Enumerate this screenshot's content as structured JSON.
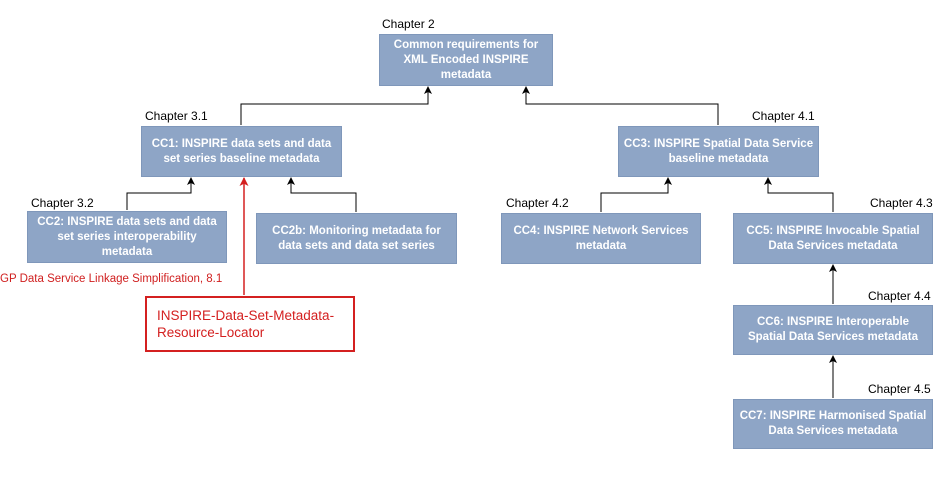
{
  "chapters": {
    "ch2": "Chapter 2",
    "ch31": "Chapter 3.1",
    "ch32": "Chapter 3.2",
    "ch41": "Chapter 4.1",
    "ch42": "Chapter 4.2",
    "ch43": "Chapter 4.3",
    "ch44": "Chapter 4.4",
    "ch45": "Chapter 4.5"
  },
  "boxes": {
    "common": "Common requirements for XML Encoded INSPIRE metadata",
    "cc1": "CC1: INSPIRE data sets and data set series baseline metadata",
    "cc2": "CC2: INSPIRE data sets and data set series interoperability metadata",
    "cc2b": "CC2b: Monitoring metadata for data sets and data set series",
    "cc3": "CC3: INSPIRE Spatial Data Service baseline metadata",
    "cc4": "CC4: INSPIRE Network Services metadata",
    "cc5": "CC5: INSPIRE Invocable Spatial Data Services metadata",
    "cc6": "CC6: INSPIRE Interoperable Spatial Data Services metadata",
    "cc7": "CC7: INSPIRE Harmonised Spatial Data Services metadata"
  },
  "annotation": {
    "label": "GP Data Service Linkage Simplification, 8.1",
    "box": "INSPIRE-Data-Set-Metadata-Resource-Locator"
  },
  "colors": {
    "box_fill": "#8ea5c6",
    "box_text": "#ffffff",
    "connector": "#000000",
    "annotation": "#d42020"
  }
}
